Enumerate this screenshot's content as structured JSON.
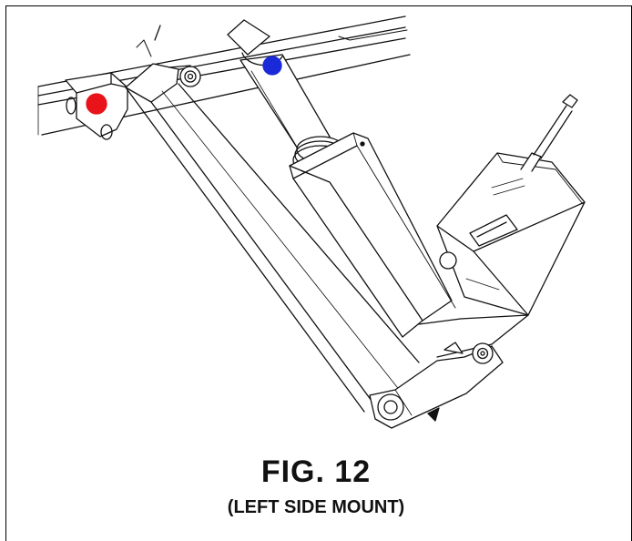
{
  "figure": {
    "title": "FIG. 12",
    "subtitle": "(LEFT SIDE MOUNT)"
  },
  "colors": {
    "line": "#111111",
    "red_marker": "#e8141a",
    "blue_marker": "#1a2ad8",
    "background": "#ffffff"
  },
  "parts": [
    "upper-frame-rail",
    "left-bracket",
    "support-arm",
    "actuator-rod",
    "actuator-body",
    "motor-housing",
    "power-cable",
    "lower-pivot-bracket"
  ]
}
